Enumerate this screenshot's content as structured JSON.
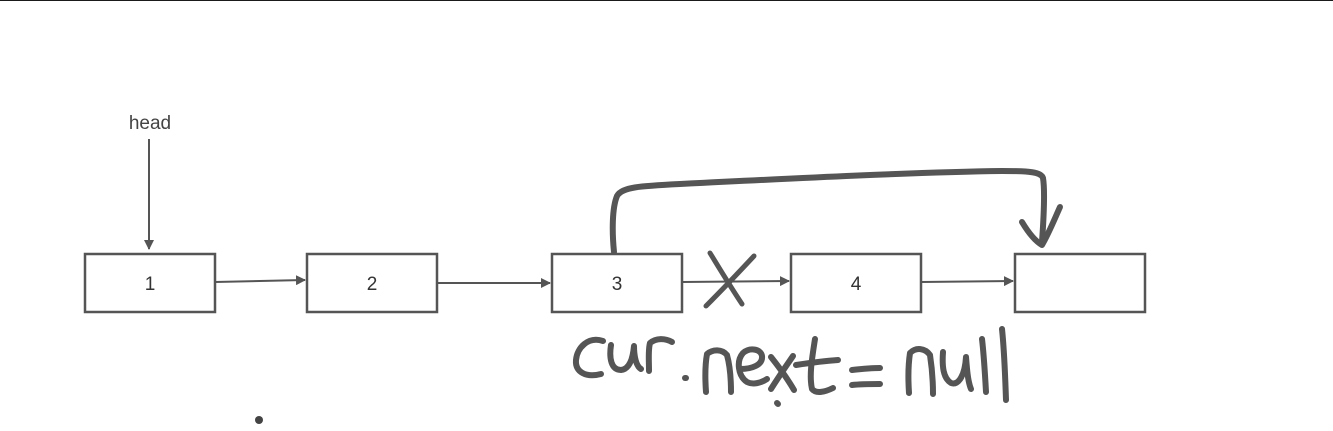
{
  "diagram": {
    "head_label": "head",
    "nodes": [
      {
        "value": "1"
      },
      {
        "value": "2"
      },
      {
        "value": "3"
      },
      {
        "value": "4"
      },
      {
        "value": ""
      }
    ],
    "annotation": "cur.next = null",
    "colors": {
      "box_stroke": "#555555",
      "arrow": "#555555",
      "ink": "#555555",
      "text": "#333333"
    }
  }
}
